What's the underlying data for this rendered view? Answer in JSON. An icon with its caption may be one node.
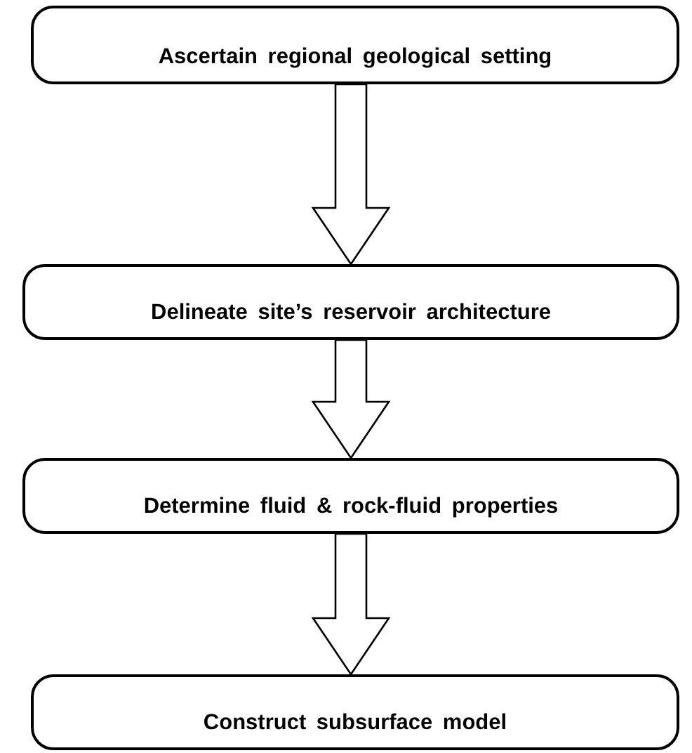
{
  "diagram": {
    "nodes": [
      {
        "text": [
          "Ascertain regional geological setting"
        ]
      },
      {
        "text": [
          "Delineate site’s reservoir architecture"
        ]
      },
      {
        "text": [
          "Determine fluid & rock-fluid properties"
        ]
      },
      {
        "text": [
          "Construct subsurface model"
        ]
      }
    ],
    "edges": [
      {
        "from": 0,
        "to": 1,
        "arrow": "to"
      },
      {
        "from": 1,
        "to": 2,
        "arrow": "to"
      },
      {
        "from": 2,
        "to": 3,
        "arrow": "to"
      }
    ]
  }
}
